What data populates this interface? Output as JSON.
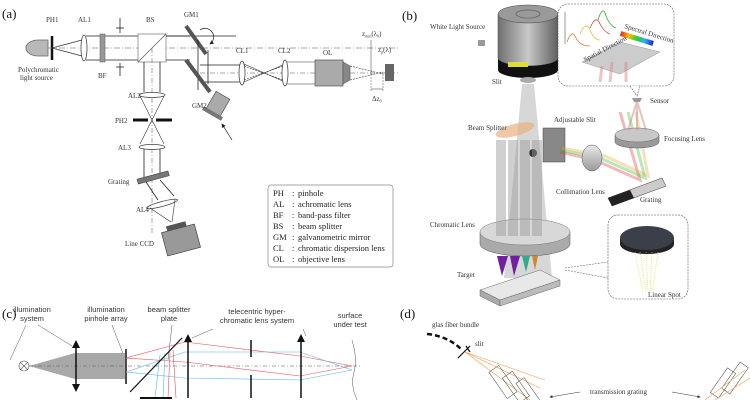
{
  "figure": {
    "panels": [
      {
        "id": "a",
        "label": "(a)",
        "components": {
          "light_source": "Polychromatic",
          "light_source_2": "light source",
          "ph1": "PH1",
          "al1": "AL1",
          "bf": "BF",
          "bs": "BS",
          "gm1": "GM1",
          "gm2": "GM2",
          "cl1": "CL1",
          "cl2": "CL2",
          "ol": "OL",
          "al2": "AL2",
          "ph2": "PH2",
          "al3": "AL3",
          "grating": "Grating",
          "al4": "AL4",
          "ccd": "Line CCD",
          "z_min": "z",
          "z_min_sub": "min",
          "z_min_arg": "(λ",
          "z_min_arg_sub": "0",
          "z_min_close": ")",
          "z_p": "z",
          "z_p_sub": "p",
          "z_p_arg": "(λ)",
          "delta_z": "Δz",
          "delta_z_sub": "0"
        },
        "legend": [
          {
            "abbr": "PH",
            "desc": "pinhole"
          },
          {
            "abbr": "AL",
            "desc": "achromatic lens"
          },
          {
            "abbr": "BF",
            "desc": "band-pass filter"
          },
          {
            "abbr": "BS",
            "desc": "beam splitter"
          },
          {
            "abbr": "GM",
            "desc": "galvanometric mirror"
          },
          {
            "abbr": "CL",
            "desc": "chromatic dispersion lens"
          },
          {
            "abbr": "OL",
            "desc": "objective lens"
          }
        ]
      },
      {
        "id": "b",
        "label": "(b)",
        "components": {
          "white_light": "White Light Source",
          "slit": "Slit",
          "beam_splitter": "Beam Splitter",
          "adjustable_slit": "Adjustable Slit",
          "sensor": "Sensor",
          "focusing_lens": "Focusing Lens",
          "collimation_lens": "Collimation Lens",
          "grating": "Grating",
          "chromatic_lens": "Chromatic Lens",
          "target": "Target",
          "linear_spot": "Linear Spot",
          "spatial_direction": "Spatial Direction",
          "spectral_direction": "Spectral Direction"
        }
      },
      {
        "id": "c",
        "label": "(c)",
        "components": {
          "illum_system": [
            "illumination",
            "system"
          ],
          "illum_pinhole": [
            "illumination",
            "pinhole array"
          ],
          "beam_splitter": [
            "beam splitter",
            "plate"
          ],
          "lens_system": [
            "telecentric hyper-",
            "chromatic lens system"
          ],
          "surface": [
            "surface",
            "under test"
          ]
        }
      },
      {
        "id": "d",
        "label": "(d)",
        "components": {
          "fiber": "glas fiber bundle",
          "slit": "slit",
          "grating": "transmission grating"
        }
      }
    ],
    "colors": {
      "red_ray": "#e8505a",
      "blue_ray": "#5bb8e8",
      "orange_ray": "#f0a050",
      "gray_fill": "#a8a8a8",
      "dark_gray": "#5a5a5a"
    }
  }
}
